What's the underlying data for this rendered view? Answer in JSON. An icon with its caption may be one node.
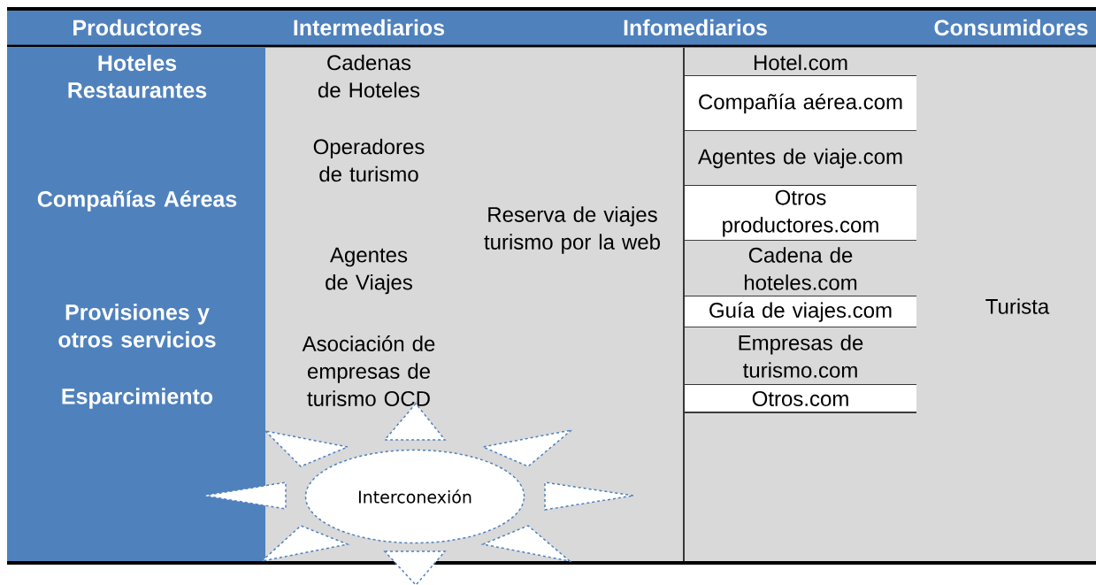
{
  "diagram": {
    "nodes": [
      {
        "text": [
          "Hoteles",
          "Restaurantes",
          "Compañías Aéreas",
          "Provisiones y otros servicios",
          "Esparcimiento"
        ]
      },
      {
        "text": [
          "Cadenas de Hoteles",
          "Operadores de turismo",
          "Agentes de Viajes",
          "Asociación de empresas de turismo OCD"
        ]
      },
      {
        "text": [
          "Reserva de viajes turismo por la web"
        ]
      },
      {
        "text": [
          "Turista"
        ]
      },
      {
        "text": [
          "Hotel.com"
        ]
      },
      {
        "text": [
          "Compañía aérea.com"
        ]
      },
      {
        "text": [
          "Agentes de viaje.com"
        ]
      },
      {
        "text": [
          "Otros productores.com"
        ]
      },
      {
        "text": [
          "Cadena de hoteles.com"
        ]
      },
      {
        "text": [
          "Guía de viajes.com"
        ]
      },
      {
        "text": [
          "Empresas de turismo.com"
        ]
      },
      {
        "text": [
          "Otros.com"
        ]
      },
      {
        "text": [
          "Interconexión"
        ]
      }
    ],
    "labels": [
      "Productores",
      "Intermediarios",
      "Infomediarios",
      "Consumidores"
    ]
  }
}
